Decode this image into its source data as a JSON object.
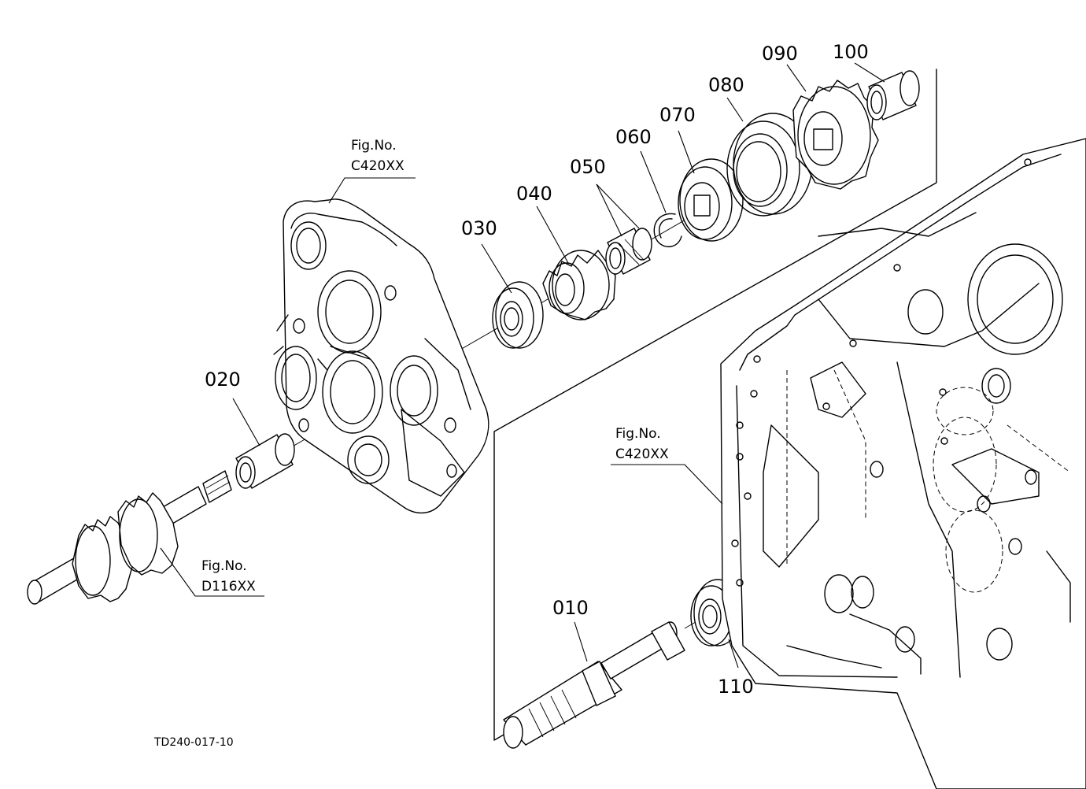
{
  "part_numbers": {
    "p010": "010",
    "p020": "020",
    "p030": "030",
    "p040": "040",
    "p050": "050",
    "p060": "060",
    "p070": "070",
    "p080": "080",
    "p090": "090",
    "p100": "100",
    "p110": "110"
  },
  "figure_refs": {
    "ref_front_housing": {
      "line1": "Fig.No.",
      "line2": "C420XX"
    },
    "ref_case": {
      "line1": "Fig.No.",
      "line2": "C420XX"
    },
    "ref_shaft": {
      "line1": "Fig.No.",
      "line2": "D116XX"
    }
  },
  "drawing_code": "TD240-017-10"
}
